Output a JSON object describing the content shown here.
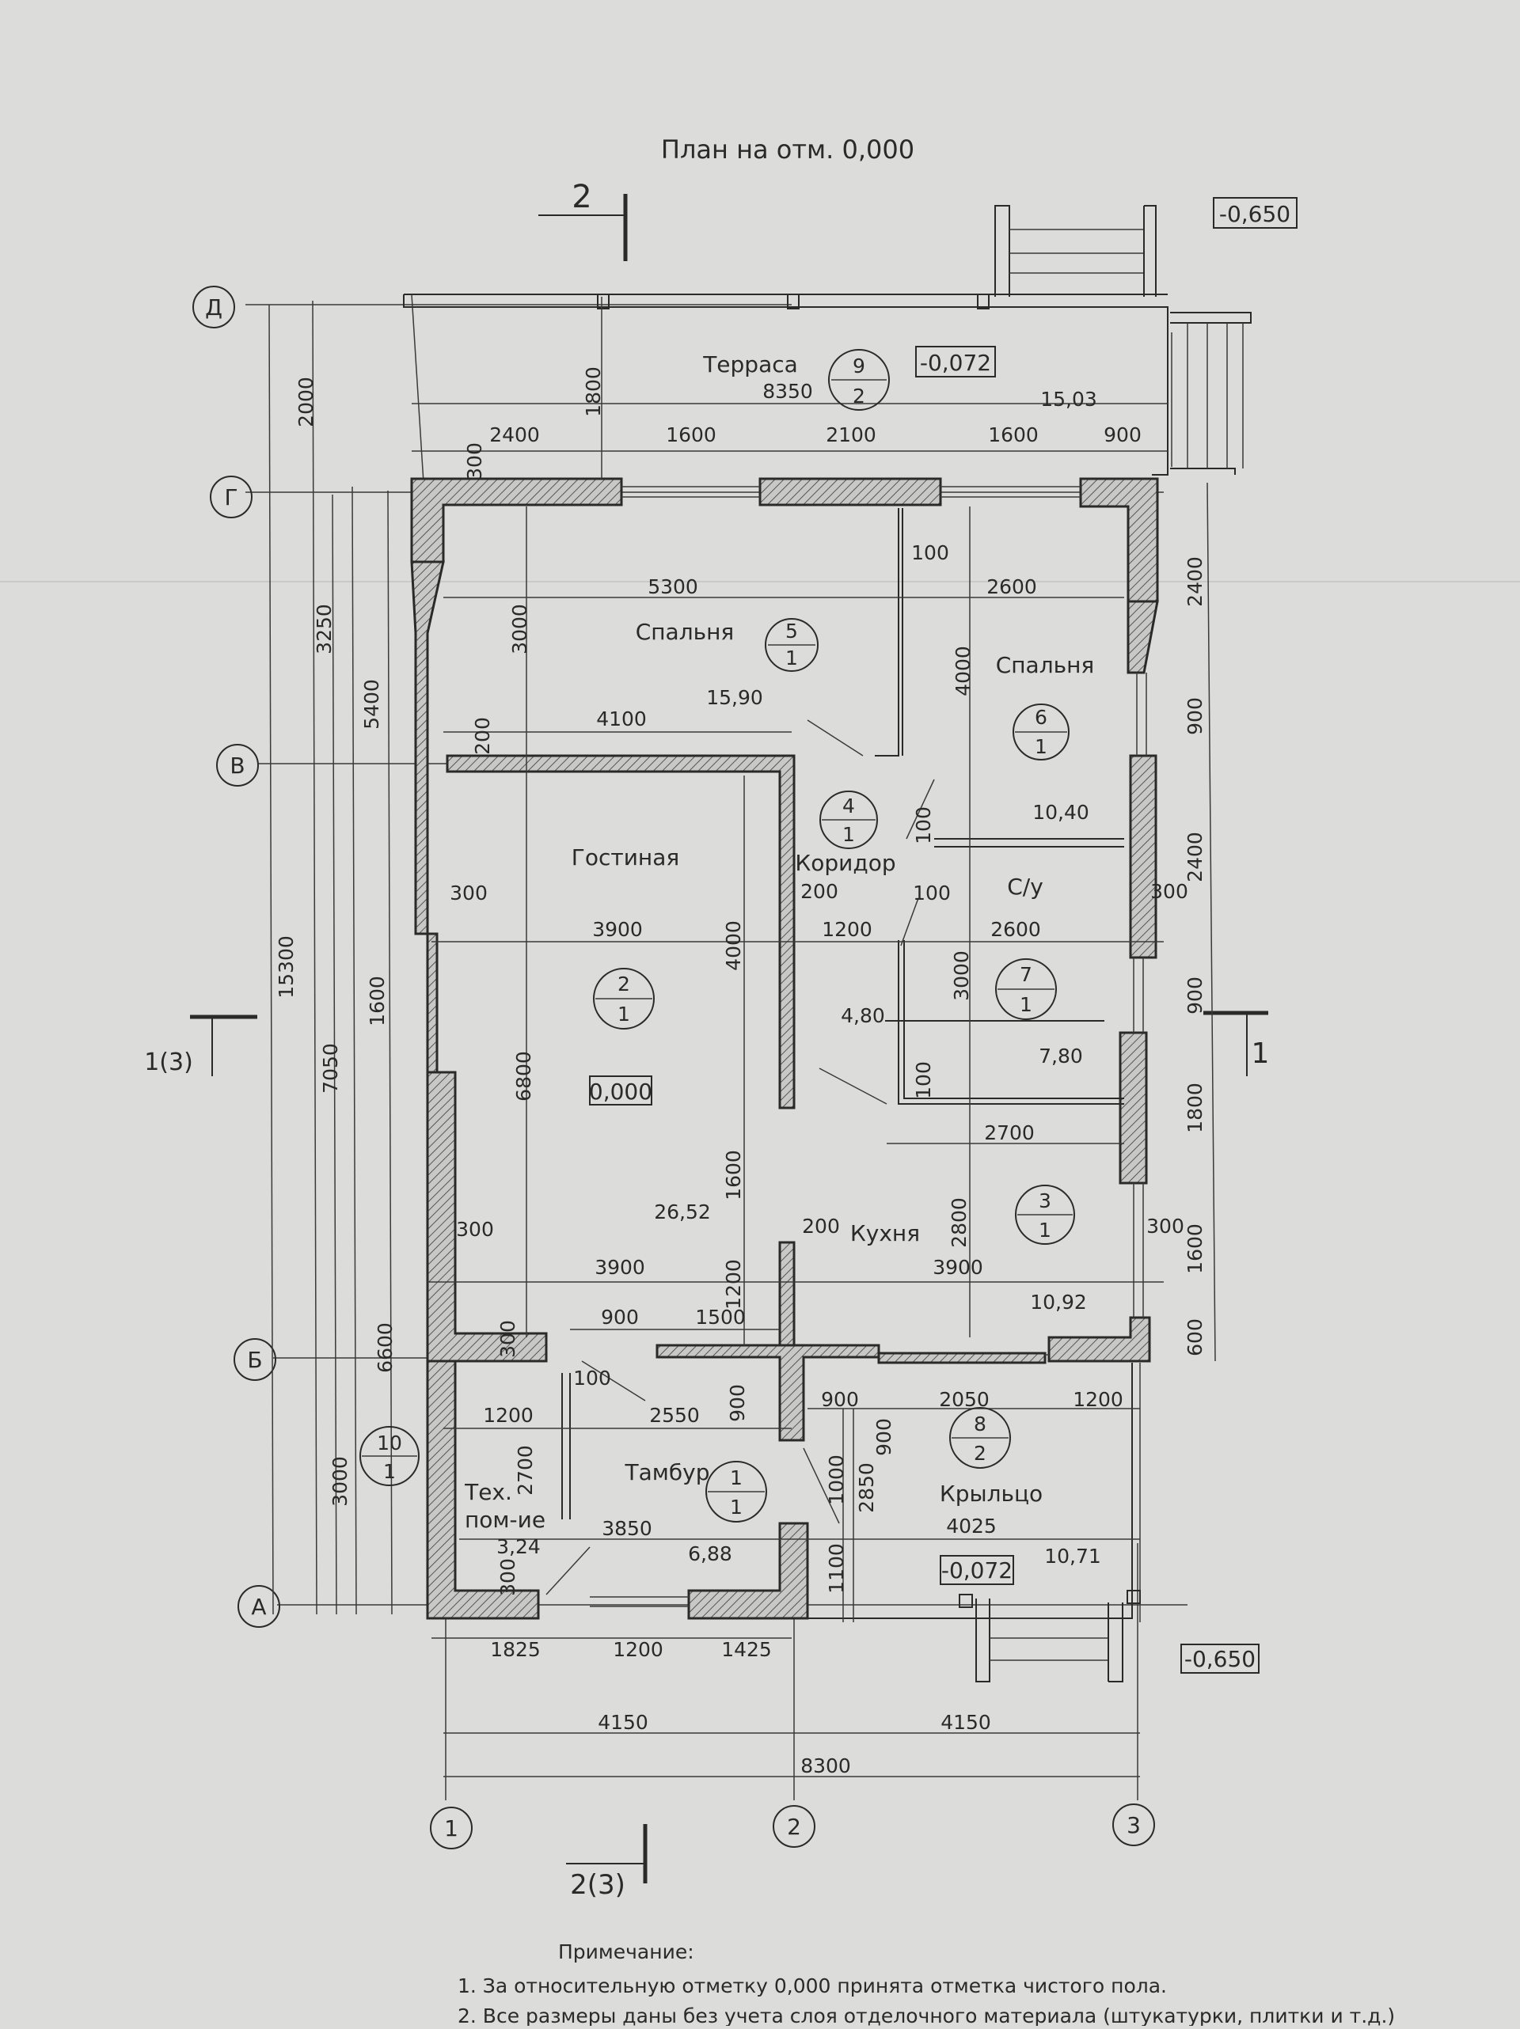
{
  "title": "План на отм. 0,000",
  "section_marks": {
    "top": "2",
    "bottom": "2(3)",
    "left": "1(3)",
    "right": "1"
  },
  "levels": {
    "ground_top": "-0,650",
    "terrace": "-0,072",
    "living": "0,000",
    "porch": "-0,072",
    "ground_bottom": "-0,650"
  },
  "axes": {
    "rows": [
      "Д",
      "Г",
      "В",
      "Б",
      "А"
    ],
    "cols": [
      "1",
      "2",
      "3"
    ]
  },
  "rooms": [
    {
      "name": "Терраса",
      "num": "9",
      "type": "2",
      "area": "15,03",
      "width": "8350"
    },
    {
      "name": "Спальня",
      "num": "5",
      "type": "1",
      "area": "15,90"
    },
    {
      "name": "Спальня",
      "num": "6",
      "type": "1",
      "area": "10,40"
    },
    {
      "name": "Коридор",
      "num": "4",
      "type": "1",
      "area": "4,80"
    },
    {
      "name": "Гостиная",
      "num": "2",
      "type": "1",
      "area": "26,52"
    },
    {
      "name": "С/у",
      "num": "7",
      "type": "1",
      "area": "7,80"
    },
    {
      "name": "Кухня",
      "num": "3",
      "type": "1",
      "area": "10,92"
    },
    {
      "name": "Тамбур",
      "num": "1",
      "type": "1",
      "area": "6,88"
    },
    {
      "name": "Тех.",
      "name2": "пом-ие",
      "num": "10",
      "type": "1",
      "area": "3,24"
    },
    {
      "name": "Крыльцо",
      "num": "8",
      "type": "2",
      "area": "10,71",
      "width": "4025"
    }
  ],
  "dims": {
    "top_row": [
      "2400",
      "1600",
      "2100",
      "1600",
      "900"
    ],
    "upper": [
      "5300",
      "2600",
      "100",
      "1800",
      "300"
    ],
    "mid1": [
      "4100",
      "200",
      "4000"
    ],
    "mid2": [
      "3900",
      "1200",
      "2600",
      "300",
      "200",
      "100",
      "100",
      "300",
      "4000",
      "6800",
      "3000"
    ],
    "mid3": [
      "3900",
      "3900",
      "300",
      "200",
      "300",
      "1600",
      "2800",
      "1200",
      "2700"
    ],
    "lower": [
      "900",
      "1500",
      "300",
      "100",
      "1200",
      "2550",
      "900",
      "900",
      "2050",
      "1200",
      "900",
      "2700",
      "1000",
      "2850",
      "3850",
      "1100",
      "300",
      "600"
    ],
    "left_chain": [
      "2000",
      "3250",
      "5400",
      "15300",
      "7050",
      "1600",
      "6600",
      "3000"
    ],
    "right_chain": [
      "2400",
      "900",
      "2400",
      "900",
      "1800",
      "1600",
      "600"
    ],
    "bottom1": [
      "1825",
      "1200",
      "1425"
    ],
    "bottom2": [
      "4150",
      "4150"
    ],
    "bottom3": "8300"
  },
  "notes": {
    "heading": "Примечание:",
    "items": [
      "1. За относительную отметку 0,000 принята отметка чистого пола.",
      "2. Все размеры даны без учета слоя отделочного материала (штукатурки, плитки и т.д.)"
    ]
  }
}
